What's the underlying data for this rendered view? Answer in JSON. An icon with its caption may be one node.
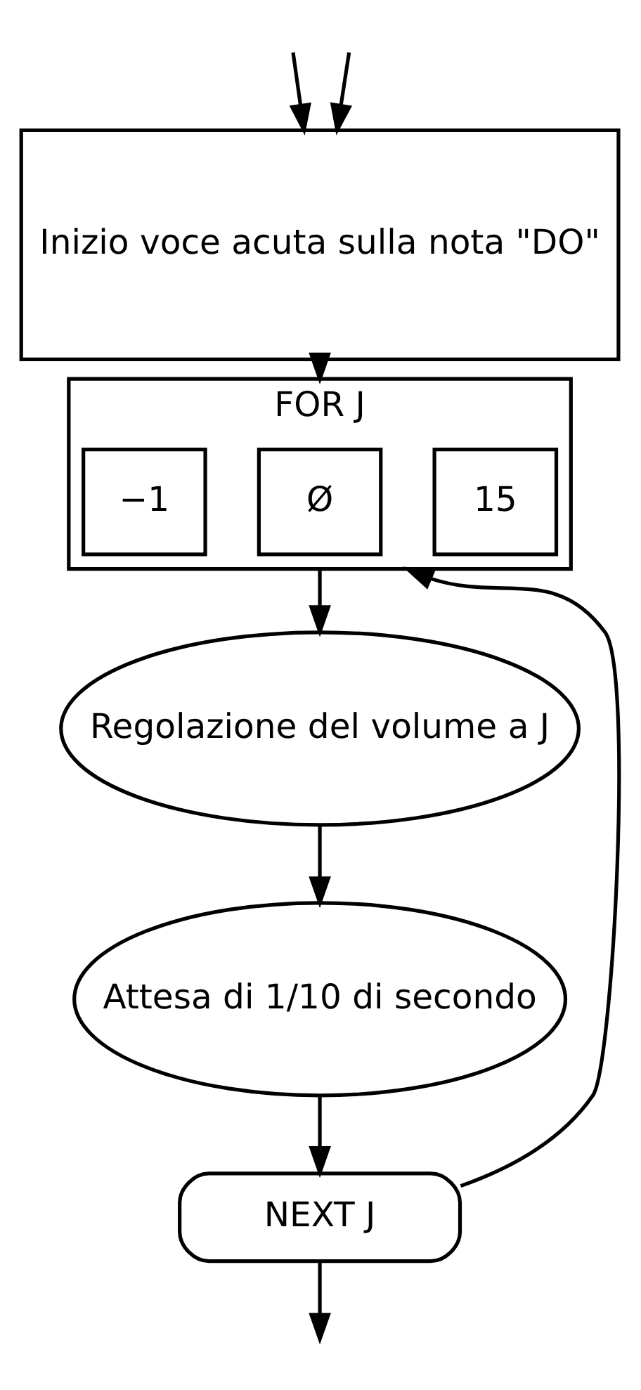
{
  "diagram": {
    "nodes": [
      {
        "text": [
          "Inizio voce acuta sulla nota \"DO\""
        ]
      },
      {
        "text": [
          "FOR J"
        ]
      },
      {
        "text": [
          "15"
        ],
        "in": 1
      },
      {
        "text": [
          "Ø"
        ],
        "in": 1
      },
      {
        "text": [
          "−1"
        ],
        "in": 1
      },
      {
        "text": [
          "Regolazione del volume a J"
        ]
      },
      {
        "text": [
          "Attesa di 1/10 di secondo"
        ]
      },
      {
        "text": [
          "NEXT J"
        ]
      }
    ],
    "edges": [
      {
        "from": null,
        "to": 0,
        "arrow": "to"
      },
      {
        "from": null,
        "to": 0,
        "arrow": "to"
      },
      {
        "from": 0,
        "to": 1,
        "arrow": "to"
      },
      {
        "from": 1,
        "to": 5,
        "arrow": "to"
      },
      {
        "from": 5,
        "to": 6,
        "arrow": "to"
      },
      {
        "from": 6,
        "to": 7,
        "arrow": "to"
      },
      {
        "from": 7,
        "to": 1,
        "arrow": "to"
      },
      {
        "from": 7,
        "to": null,
        "arrow": "to"
      }
    ]
  }
}
